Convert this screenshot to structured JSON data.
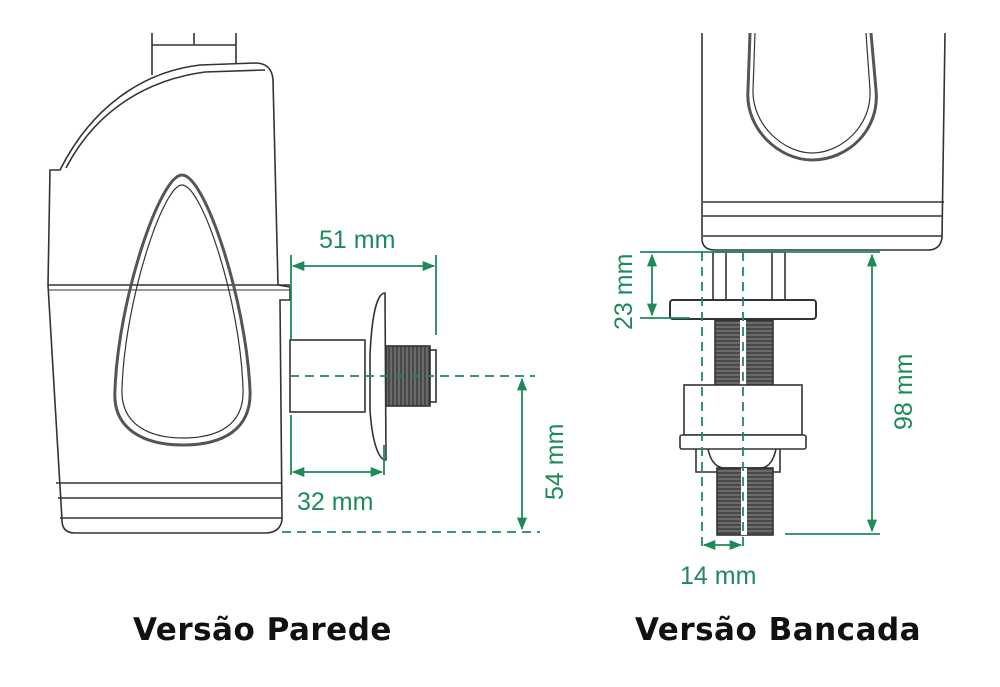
{
  "colors": {
    "dimension": "#1e8a5a",
    "outline": "#333333",
    "thread": "#555555",
    "caption": "#111111",
    "background": "#ffffff"
  },
  "wall_version": {
    "caption": "Versão Parede",
    "dimensions": {
      "outlet_length": "51 mm",
      "body_to_flange": "32 mm",
      "outlet_height": "54 mm"
    }
  },
  "bench_version": {
    "caption": "Versão Bancada",
    "dimensions": {
      "collar_height": "23 mm",
      "thread_radius": "14 mm",
      "total_height": "98 mm"
    }
  }
}
